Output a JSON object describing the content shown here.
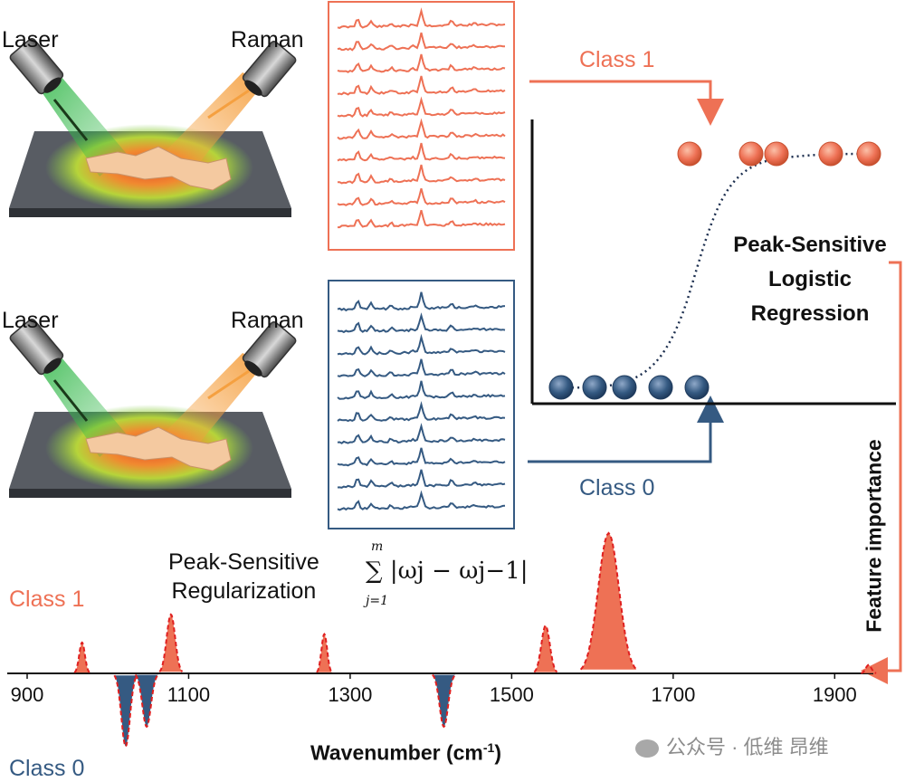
{
  "colors": {
    "class1": "#EE7155",
    "class0": "#355A82",
    "dashed": "#E02020",
    "axis": "#111111"
  },
  "setup_top": {
    "laser_label": "Laser",
    "raman_label": "Raman",
    "spectra_count": 10
  },
  "setup_bottom": {
    "laser_label": "Laser",
    "raman_label": "Raman",
    "spectra_count": 10
  },
  "arrows": {
    "class1_label": "Class 1",
    "class0_label": "Class 0"
  },
  "logistic": {
    "title_lines": [
      "Peak-Sensitive",
      "Logistic",
      "Regression"
    ],
    "class1_point_count": 5,
    "class0_point_count": 5,
    "feedback_label": "Feature importance"
  },
  "regularization": {
    "title_lines": [
      "Peak-Sensitive",
      "Regularization"
    ],
    "formula": "∑ |ωj − ωj−1|",
    "formula_upper": "m",
    "formula_lower": "j=1"
  },
  "bottom_plot": {
    "class1_label": "Class 1",
    "class0_label": "Class 0",
    "xlabel": "Wavenumber (cm",
    "xlabel_sup": "-1",
    "xlabel_close": ")",
    "ticks": [
      "900",
      "1100",
      "1300",
      "1500",
      "1700",
      "1900"
    ]
  },
  "chart_data": {
    "type": "area",
    "xlabel": "Wavenumber (cm-1)",
    "xlim": [
      890,
      1980
    ],
    "x_ticks": [
      900,
      1100,
      1300,
      1500,
      1700,
      1900
    ],
    "series": [
      {
        "name": "Class 1",
        "peaks": [
          {
            "x": 968,
            "height": 0.22
          },
          {
            "x": 1078,
            "height": 0.42
          },
          {
            "x": 1268,
            "height": 0.28
          },
          {
            "x": 1542,
            "height": 0.34
          },
          {
            "x": 1620,
            "height": 1.0
          },
          {
            "x": 1942,
            "height": 0.06
          }
        ]
      },
      {
        "name": "Class 0",
        "peaks": [
          {
            "x": 1022,
            "height": -0.52
          },
          {
            "x": 1048,
            "height": -0.38
          },
          {
            "x": 1416,
            "height": -0.38
          }
        ]
      }
    ]
  },
  "watermark": "公众号 · 低维 昂维"
}
